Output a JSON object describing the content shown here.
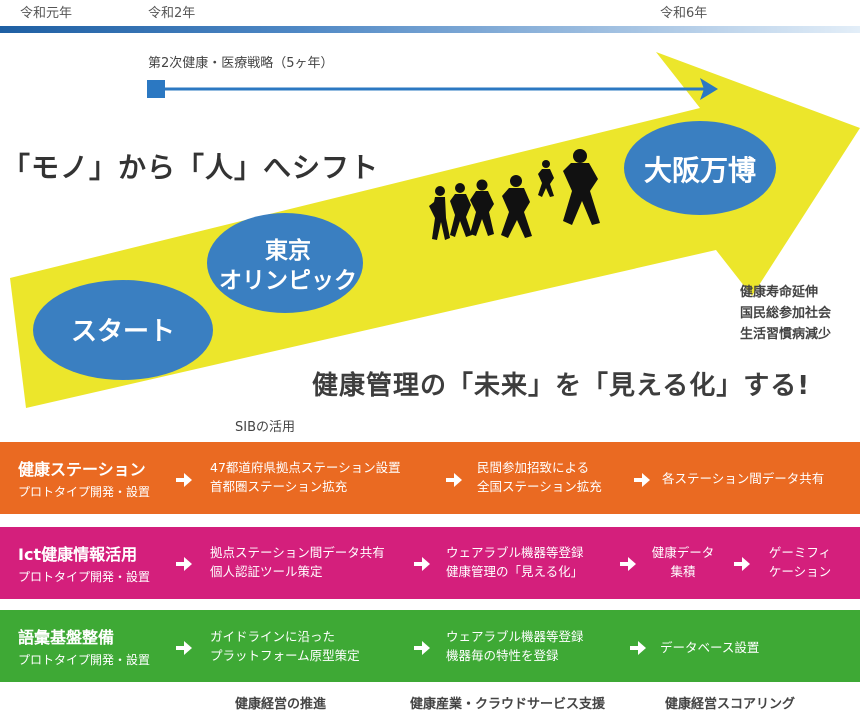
{
  "timeline": {
    "years": [
      "令和元年",
      "令和2年",
      "令和6年"
    ],
    "strategy_label": "第2次健康・医療戦略（5ヶ年）"
  },
  "headline": {
    "shift": "「モノ」から「人」へシフト",
    "tagline": "健康管理の「未来」を「見える化」する!"
  },
  "milestones": {
    "start": "スタート",
    "olympic_line1": "東京",
    "olympic_line2": "オリンピック",
    "expo": "大阪万博"
  },
  "effects": [
    "健康寿命延伸",
    "国民総参加社会",
    "生活習慣病減少"
  ],
  "sib_label": "SIBの活用",
  "rows": [
    {
      "title": "健康ステーション",
      "subtitle": "プロトタイプ開発・設置",
      "steps": [
        [
          "47都道府県拠点ステーション設置",
          "首都圏ステーション拡充"
        ],
        [
          "民間参加招致による",
          "全国ステーション拡充"
        ],
        [
          "各ステーション間データ共有"
        ]
      ]
    },
    {
      "title": "Ict健康情報活用",
      "subtitle": "プロトタイプ開発・設置",
      "steps": [
        [
          "拠点ステーション間データ共有",
          "個人認証ツール策定"
        ],
        [
          "ウェアラブル機器等登録",
          "健康管理の「見える化」"
        ],
        [
          "健康データ",
          "集積"
        ],
        [
          "ゲーミフィ",
          "ケーション"
        ]
      ]
    },
    {
      "title": "語彙基盤整備",
      "subtitle": "プロトタイプ開発・設置",
      "steps": [
        [
          "ガイドラインに沿った",
          "プラットフォーム原型策定"
        ],
        [
          "ウェアラブル機器等登録",
          "機器毎の特性を登録"
        ],
        [
          "データベース設置"
        ]
      ]
    }
  ],
  "bottom_labels": [
    "健康経営の推進",
    "健康産業・クラウドサービス支援",
    "健康経営スコアリング"
  ],
  "colors": {
    "big_arrow": "#ece62b",
    "ellipse": "#3a7fc1",
    "timeline": "#1e5fa3",
    "row_orange": "#ea6a22",
    "row_pink": "#d41f7c",
    "row_green": "#3ea935"
  }
}
